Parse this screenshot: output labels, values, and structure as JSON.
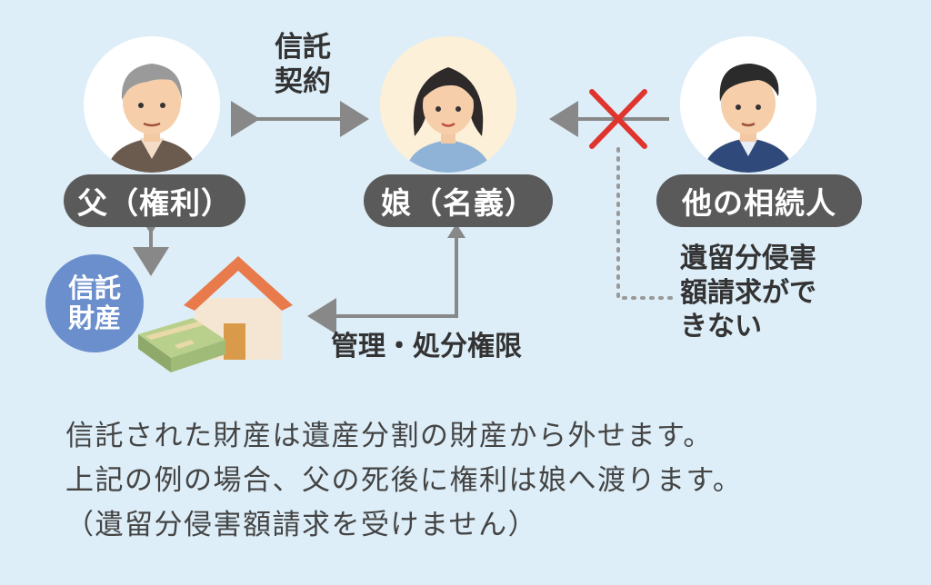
{
  "father": {
    "label": "父（権利）"
  },
  "daughter": {
    "label": "娘（名義）"
  },
  "heirs": {
    "label": "他の相続人"
  },
  "trust_contract": {
    "line1": "信託",
    "line2": "契約"
  },
  "trust_property": {
    "line1": "信託",
    "line2": "財産"
  },
  "management": {
    "label": "管理・処分権限"
  },
  "no_claim": {
    "line1": "遺留分侵害",
    "line2": "額請求がで",
    "line3": "きない"
  },
  "caption": {
    "line1": "信託された財産は遺産分割の財産から外せます。",
    "line2": "上記の例の場合、父の死後に権利は娘へ渡ります。",
    "line3": "（遺留分侵害額請求を受けません）"
  },
  "colors": {
    "background": "#ddeef8",
    "pill": "#5a5a5a",
    "badge": "#6b8fcc",
    "arrow": "#888888",
    "cross": "#e0342f",
    "house_roof": "#e87a4c",
    "house_wall": "#f4e6d3",
    "money": "#a8c27a"
  }
}
